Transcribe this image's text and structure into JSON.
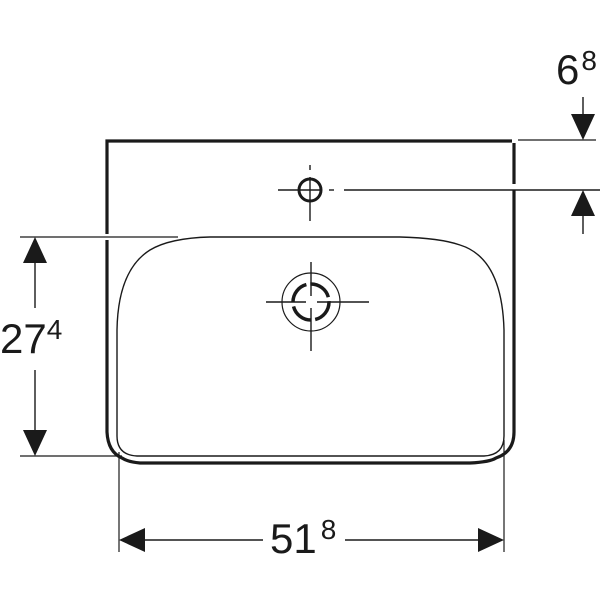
{
  "diagram": {
    "type": "technical-drawing",
    "subject": "washbasin-top-view",
    "colors": {
      "line": "#1a1a1a",
      "background": "#ffffff"
    },
    "dimensions": {
      "basin_depth": {
        "main": "27",
        "sup": "4"
      },
      "width": {
        "main": "51",
        "sup": "8"
      },
      "tap_hole_offset": {
        "main": "6",
        "sup": "8"
      }
    },
    "features": [
      "tap-hole",
      "drain",
      "overflow-basin-outline"
    ]
  }
}
